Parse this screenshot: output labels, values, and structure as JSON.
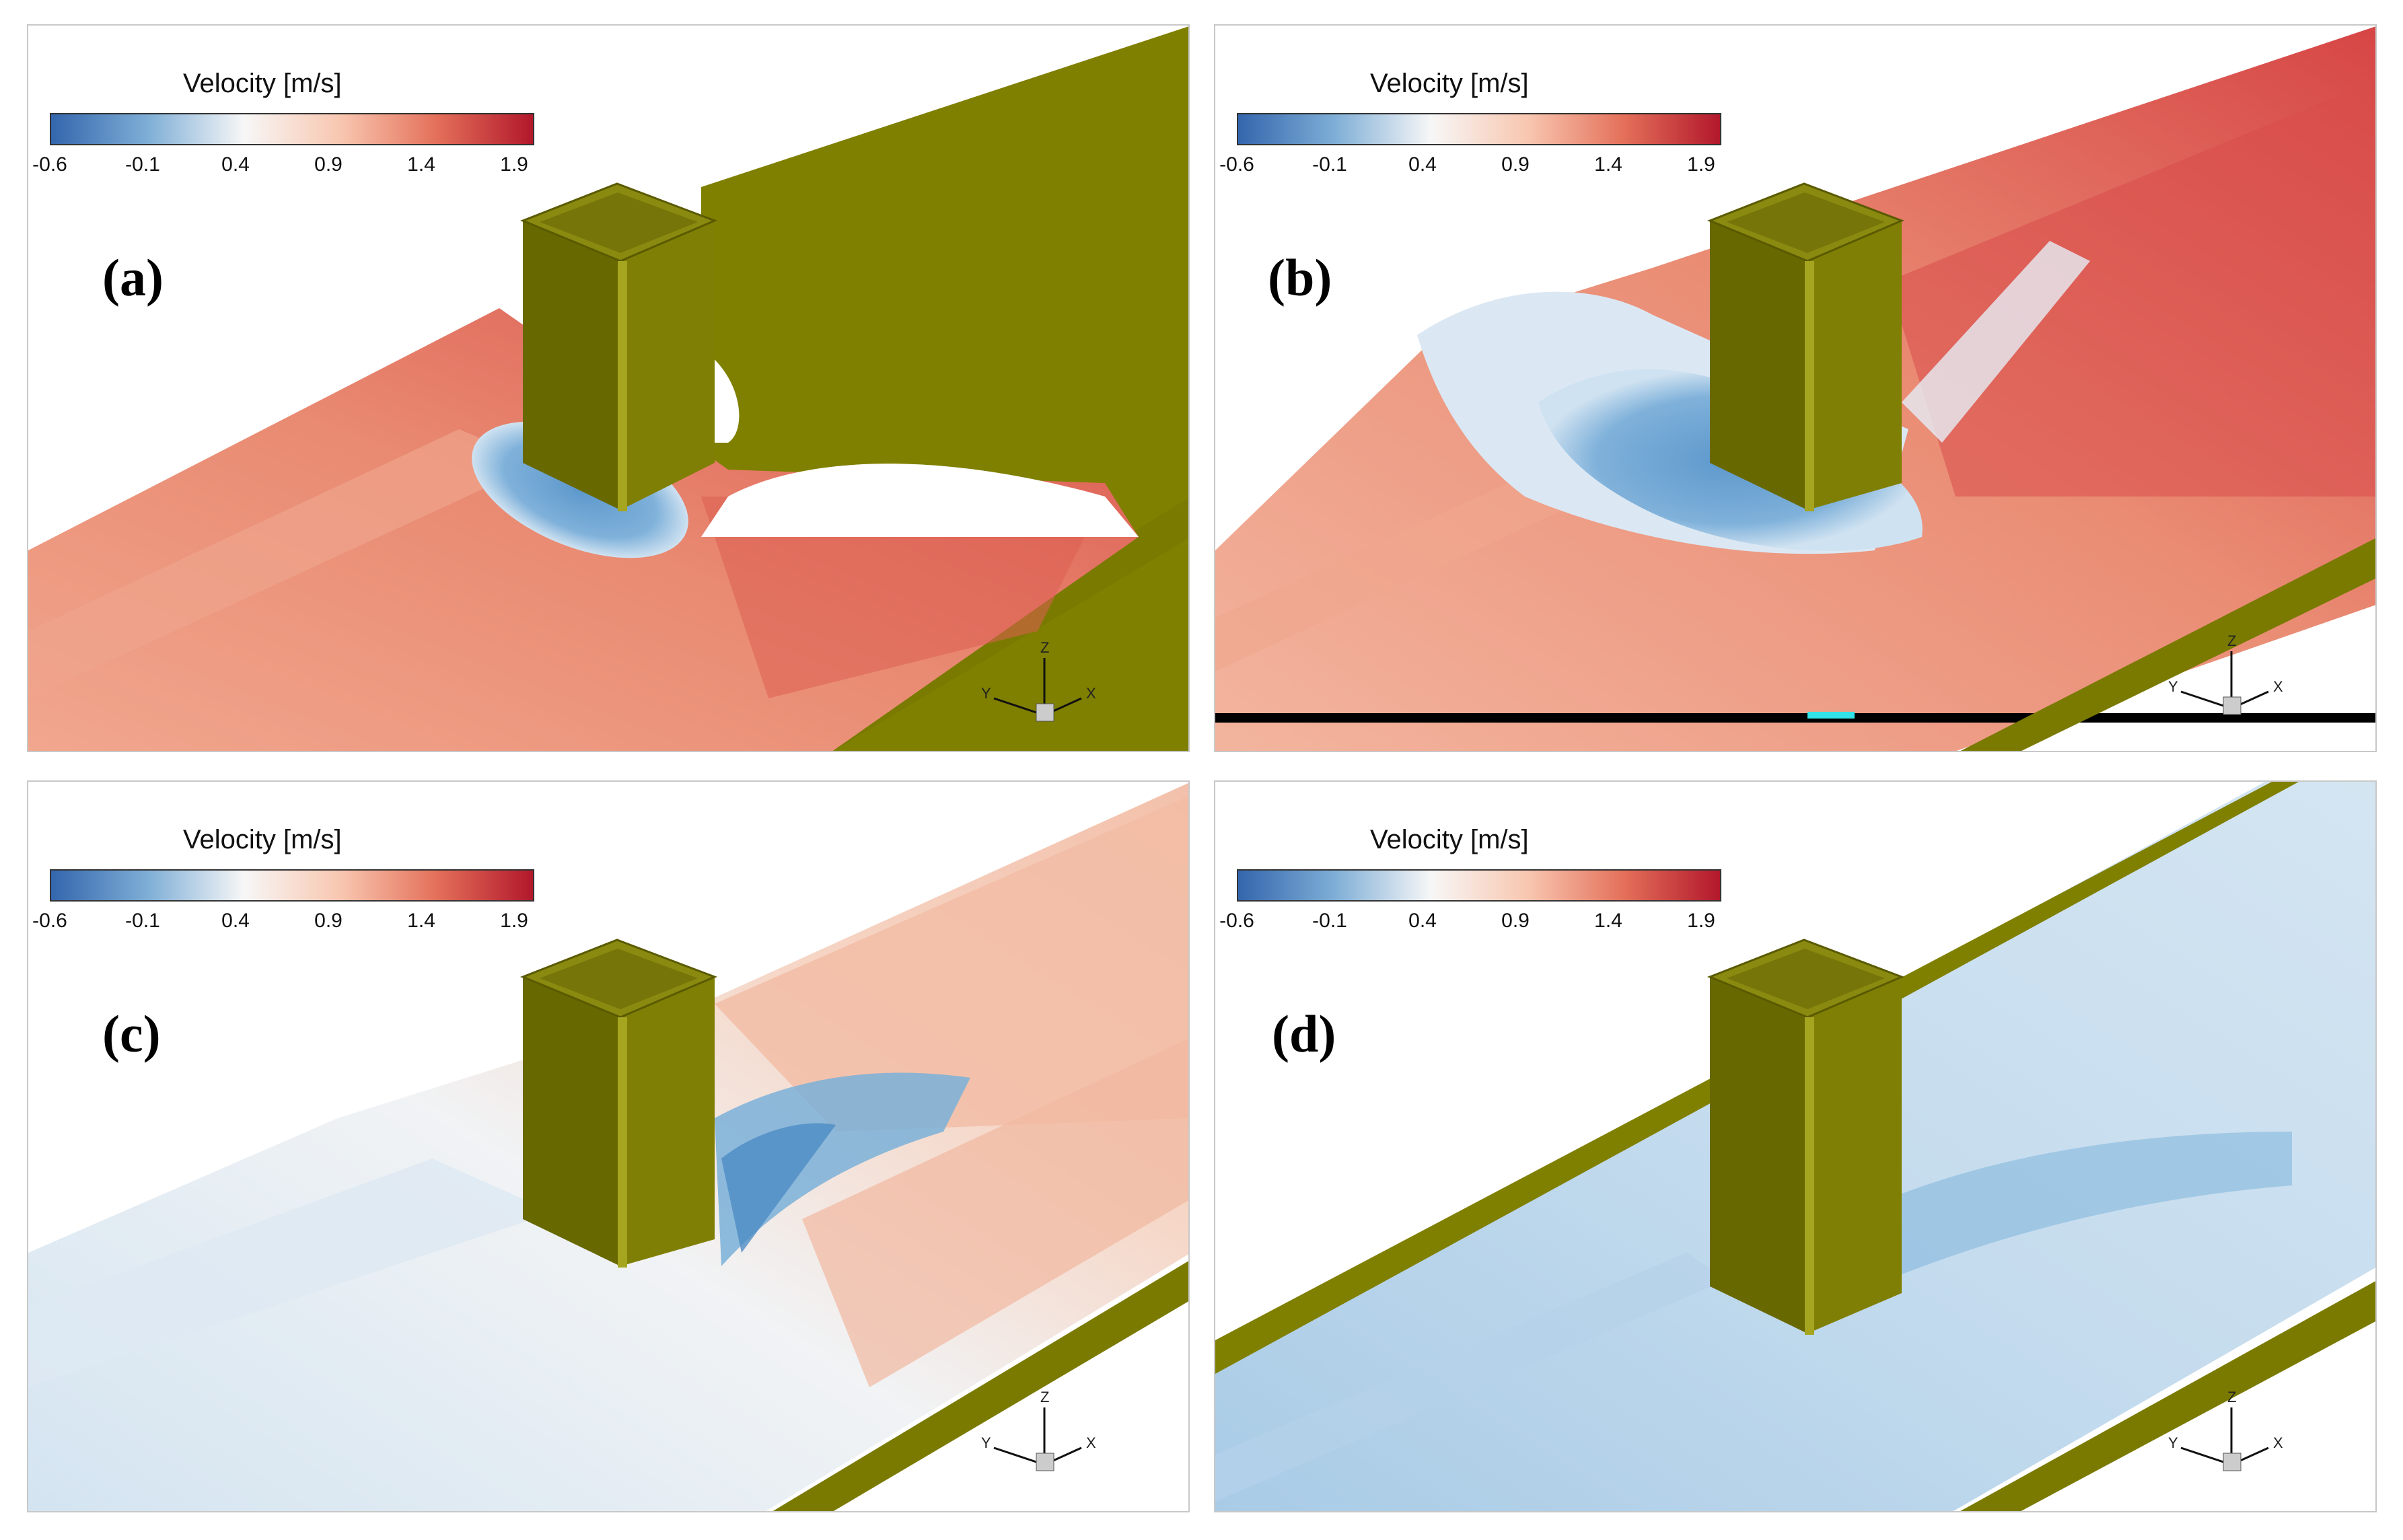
{
  "colorbar": {
    "title": "Velocity [m/s]",
    "ticks": [
      "-0.6",
      "-0.1",
      "0.4",
      "0.9",
      "1.4",
      "1.9"
    ],
    "colors": [
      "#3b6fb6",
      "#8ab6dc",
      "#f4f6f7",
      "#f5c4ad",
      "#e0644f",
      "#b2182b"
    ]
  },
  "axes": {
    "x": "X",
    "y": "Y",
    "z": "Z"
  },
  "colors": {
    "pier": "#6b6b00",
    "pier_light": "#8a8a12",
    "channel": "#7f7f00"
  },
  "panels": [
    {
      "label": "(a)"
    },
    {
      "label": "(b)"
    },
    {
      "label": "(c)"
    },
    {
      "label": "(d)"
    }
  ]
}
